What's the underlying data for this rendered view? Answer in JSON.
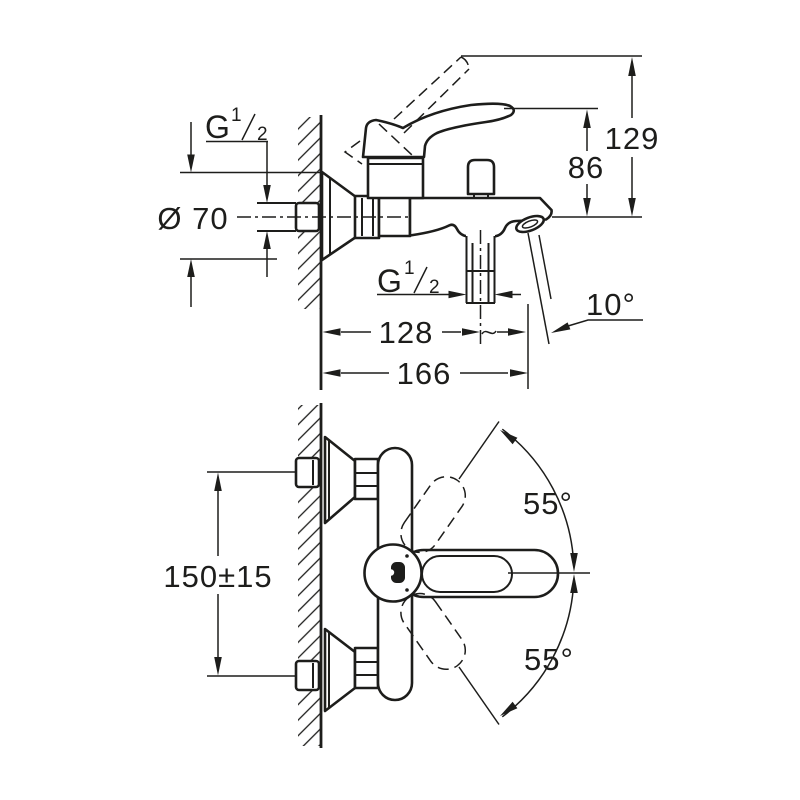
{
  "drawing": {
    "colors": {
      "line": "#1d1d1b",
      "background": "#ffffff"
    },
    "side_view": {
      "thread_top": {
        "letter": "G",
        "numerator": "1",
        "denominator": "2"
      },
      "escutcheon_diameter": "Ø 70",
      "height_total": "129",
      "height_to_handle": "86",
      "thread_outlet": {
        "letter": "G",
        "numerator": "1",
        "denominator": "2"
      },
      "outlet_angle": "10°",
      "depth_to_outlet": "128",
      "depth_total": "166"
    },
    "front_view": {
      "connection_spacing": "150±15",
      "handle_swing_up": "55°",
      "handle_swing_down": "55°"
    }
  }
}
